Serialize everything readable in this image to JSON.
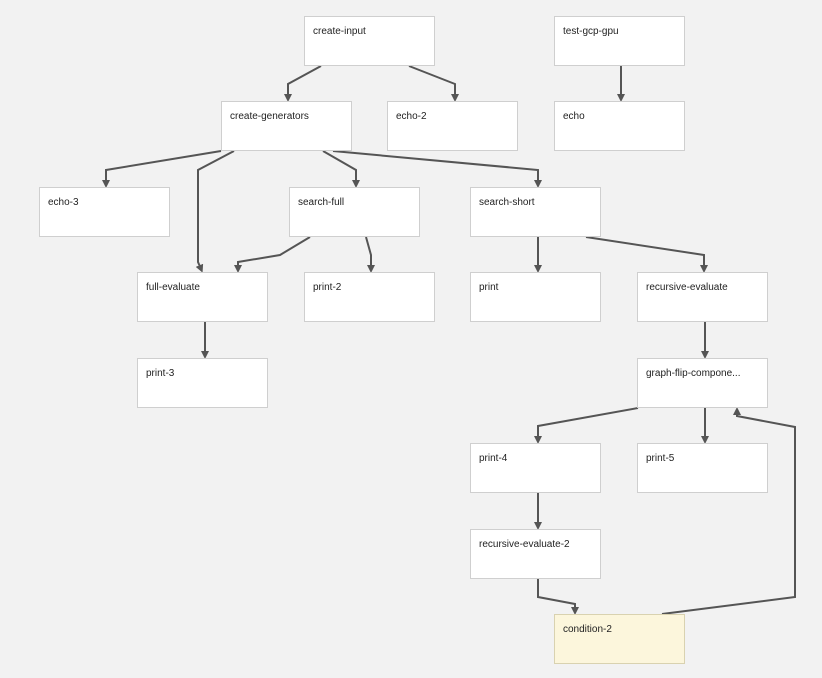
{
  "graph": {
    "colors": {
      "background": "#f2f2f2",
      "node_fill": "#ffffff",
      "node_border": "#cfcfcf",
      "highlight_fill": "#fcf6dc",
      "edge": "#555555"
    },
    "nodes": [
      {
        "id": "create-input",
        "label": "create-input"
      },
      {
        "id": "test-gcp-gpu",
        "label": "test-gcp-gpu"
      },
      {
        "id": "create-generators",
        "label": "create-generators"
      },
      {
        "id": "echo-2",
        "label": "echo-2"
      },
      {
        "id": "echo",
        "label": "echo"
      },
      {
        "id": "echo-3",
        "label": "echo-3"
      },
      {
        "id": "search-full",
        "label": "search-full"
      },
      {
        "id": "search-short",
        "label": "search-short"
      },
      {
        "id": "full-evaluate",
        "label": "full-evaluate"
      },
      {
        "id": "print-2",
        "label": "print-2"
      },
      {
        "id": "print",
        "label": "print"
      },
      {
        "id": "recursive-evaluate",
        "label": "recursive-evaluate"
      },
      {
        "id": "print-3",
        "label": "print-3"
      },
      {
        "id": "graph-flip-components",
        "label": "graph-flip-compone..."
      },
      {
        "id": "print-4",
        "label": "print-4"
      },
      {
        "id": "print-5",
        "label": "print-5"
      },
      {
        "id": "recursive-evaluate-2",
        "label": "recursive-evaluate-2"
      },
      {
        "id": "condition-2",
        "label": "condition-2",
        "highlighted": true
      }
    ],
    "edges": [
      [
        "create-input",
        "create-generators"
      ],
      [
        "create-input",
        "echo-2"
      ],
      [
        "test-gcp-gpu",
        "echo"
      ],
      [
        "create-generators",
        "echo-3"
      ],
      [
        "create-generators",
        "full-evaluate"
      ],
      [
        "create-generators",
        "search-full"
      ],
      [
        "create-generators",
        "search-short"
      ],
      [
        "search-full",
        "full-evaluate"
      ],
      [
        "search-full",
        "print-2"
      ],
      [
        "search-short",
        "print"
      ],
      [
        "search-short",
        "recursive-evaluate"
      ],
      [
        "full-evaluate",
        "print-3"
      ],
      [
        "recursive-evaluate",
        "graph-flip-components"
      ],
      [
        "graph-flip-components",
        "print-4"
      ],
      [
        "graph-flip-components",
        "print-5"
      ],
      [
        "print-4",
        "recursive-evaluate-2"
      ],
      [
        "recursive-evaluate-2",
        "condition-2"
      ],
      [
        "condition-2",
        "graph-flip-components"
      ]
    ]
  }
}
